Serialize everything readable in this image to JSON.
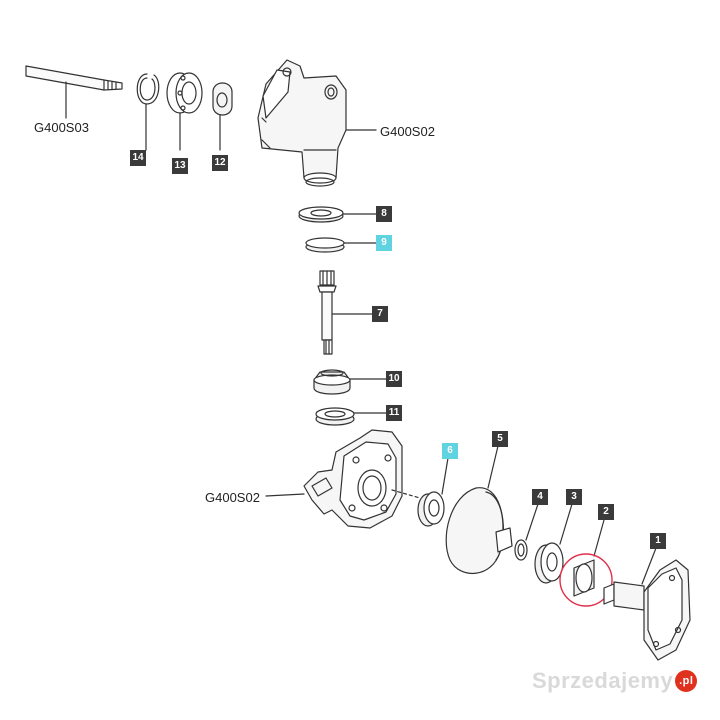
{
  "assembly_labels": {
    "shaft_assembly": "G400S03",
    "upper_housing": "G400S02",
    "lower_housing": "G400S02"
  },
  "callouts": [
    {
      "num": "14",
      "style": "dark"
    },
    {
      "num": "13",
      "style": "dark"
    },
    {
      "num": "12",
      "style": "dark"
    },
    {
      "num": "8",
      "style": "dark"
    },
    {
      "num": "9",
      "style": "cyan"
    },
    {
      "num": "7",
      "style": "dark"
    },
    {
      "num": "10",
      "style": "dark"
    },
    {
      "num": "11",
      "style": "dark"
    },
    {
      "num": "6",
      "style": "cyan"
    },
    {
      "num": "5",
      "style": "dark"
    },
    {
      "num": "4",
      "style": "dark"
    },
    {
      "num": "3",
      "style": "dark"
    },
    {
      "num": "2",
      "style": "dark"
    },
    {
      "num": "1",
      "style": "dark"
    }
  ],
  "colors": {
    "dark_badge": "#3a3a3a",
    "cyan_badge": "#5fd3df",
    "highlight_circle": "#e0304a",
    "watermark_dot": "#e0301e"
  },
  "watermark": {
    "text": "Sprzedajemy",
    "suffix": ".pl"
  }
}
